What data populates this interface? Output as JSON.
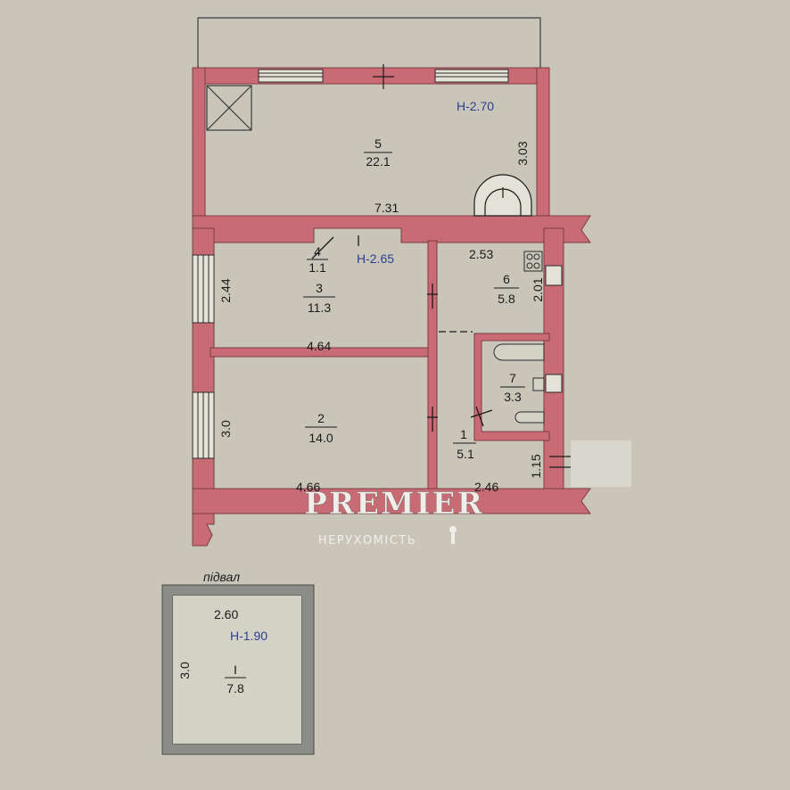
{
  "colors": {
    "paper": "#c9c6b9",
    "wall": "#c96b74",
    "wall_edge": "#7a3b42",
    "room_fill": "#d4d1c5",
    "height_text": "#2c3f8f",
    "basement_wall": "#8c8c88",
    "watermark": "#f1eeea"
  },
  "apartment": {
    "height_main": "H-2.70",
    "height_hall": "H-2.65",
    "rooms": {
      "r5": {
        "number": "5",
        "area": "22.1"
      },
      "r4": {
        "number": "4",
        "area": "1.1"
      },
      "r3": {
        "number": "3",
        "area": "11.3"
      },
      "r6": {
        "number": "6",
        "area": "5.8"
      },
      "r7": {
        "number": "7",
        "area": "3.3"
      },
      "r2": {
        "number": "2",
        "area": "14.0"
      },
      "r1": {
        "number": "1",
        "area": "5.1"
      }
    },
    "dimensions": {
      "d_303": "3.03",
      "d_731": "7.31",
      "d_253": "2.53",
      "d_201": "2.01",
      "d_244": "2.44",
      "d_464": "4.64",
      "d_30": "3.0",
      "d_466": "4.66",
      "d_246": "2.46",
      "d_115": "1.15"
    }
  },
  "basement": {
    "title": "підвал",
    "height": "H-1.90",
    "number": "I",
    "area": "7.8",
    "dim_width": "2.60",
    "dim_height": "3.0"
  },
  "watermark": {
    "brand": "PREMIER",
    "subtitle": "НЕРУХОМІСТЬ"
  }
}
